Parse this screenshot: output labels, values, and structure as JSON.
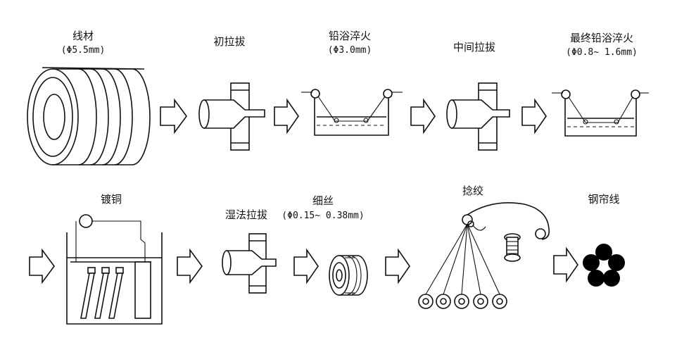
{
  "steps": [
    {
      "name": "线材",
      "spec": "(Φ5.5mm)"
    },
    {
      "name": "初拉拔",
      "spec": ""
    },
    {
      "name": "铅浴淬火",
      "spec": "(Φ3.0mm)"
    },
    {
      "name": "中间拉拔",
      "spec": ""
    },
    {
      "name": "最终铅浴淬火",
      "spec": "(Φ0.8~ 1.6mm)"
    },
    {
      "name": "镀铜",
      "spec": ""
    },
    {
      "name": "湿法拉拔",
      "spec": ""
    },
    {
      "name": "细丝",
      "spec": "(Φ0.15~ 0.38mm)"
    },
    {
      "name": "捻绞",
      "spec": ""
    },
    {
      "name": "钢帘线",
      "spec": ""
    }
  ]
}
